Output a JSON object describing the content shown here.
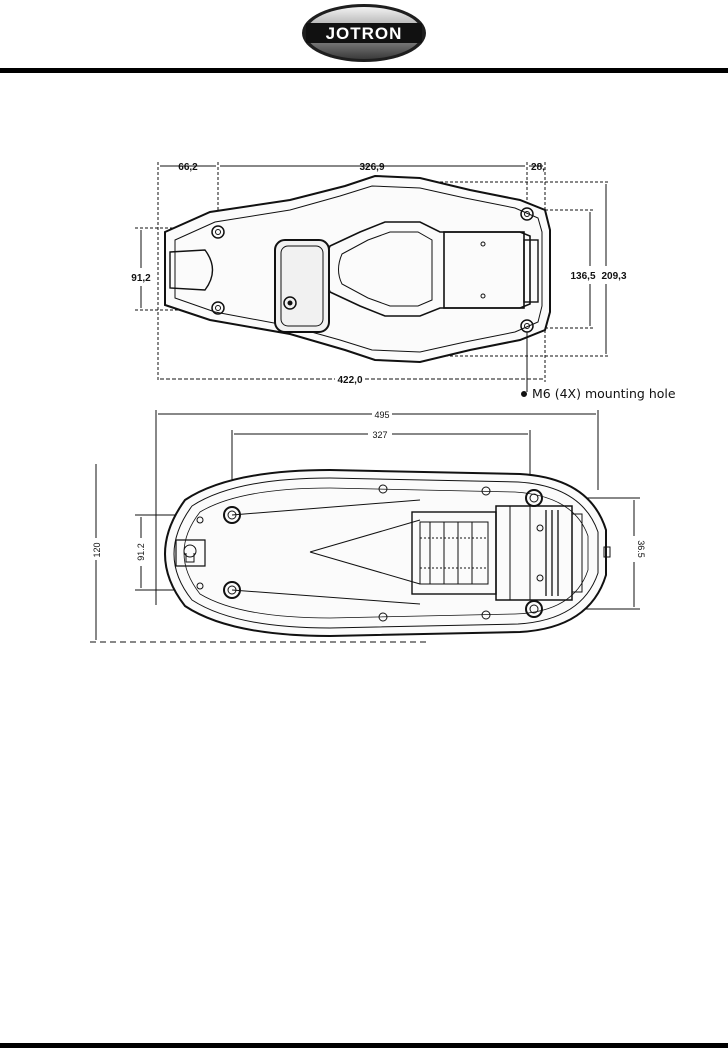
{
  "brand": {
    "name": "JOTRON"
  },
  "top_view": {
    "dim_left_offset": "66,2",
    "dim_hole_span": "326,9",
    "dim_right_offset": "28,",
    "dim_hole_width": "91,2",
    "dim_inner_height": "136,5",
    "dim_total_height": "209,3",
    "dim_total_length": "422,0",
    "note": "M6 (4X) mounting hole"
  },
  "bottom_view": {
    "dim_total_length": "495",
    "dim_hole_span": "327",
    "dim_height": "120",
    "dim_hole_width": "91.2",
    "dim_right": "36.5"
  }
}
